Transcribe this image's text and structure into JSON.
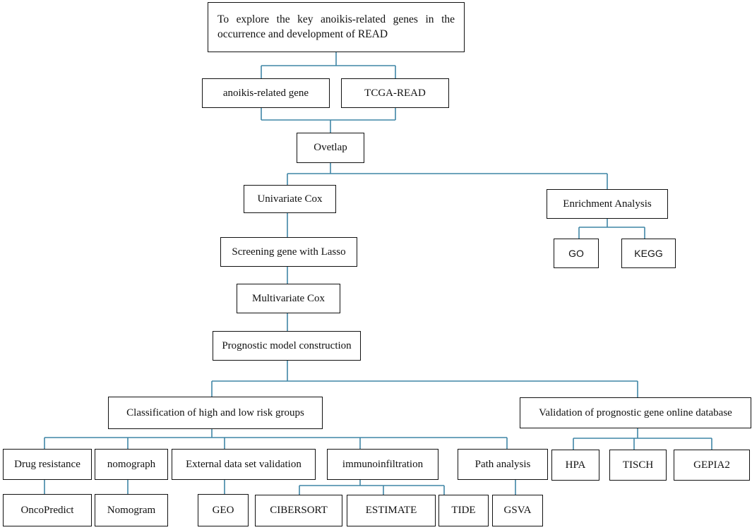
{
  "nodes": {
    "title": "To explore the key anoikis-related genes in the occurrence and development of READ",
    "anoikis": "anoikis-related gene",
    "tcga": "TCGA-READ",
    "overlap": "Ovetlap",
    "univariate": "Univariate Cox",
    "enrichment": "Enrichment Analysis",
    "go_enrich": "GO",
    "kegg": "KEGG",
    "lasso": "Screening gene with Lasso",
    "multivariate": "Multivariate Cox",
    "prognostic": "Prognostic model construction",
    "classification": "Classification of high and low risk groups",
    "validation": "Validation of prognostic gene online database",
    "drug": "Drug resistance",
    "nomograph": "nomograph",
    "external": "External data set validation",
    "immuno": "immunoinfiltration",
    "path": "Path analysis",
    "hpa": "HPA",
    "tisch": "TISCH",
    "gepia2": "GEPIA2",
    "oncopredict": "OncoPredict",
    "nomogram": "Nomogram",
    "geo": "GEO",
    "cibersort": "CIBERSORT",
    "estimate": "ESTIMATE",
    "tide": "TIDE",
    "gsva": "GSVA"
  },
  "colors": {
    "connector": "#3f86a6",
    "box_border": "#111111"
  }
}
